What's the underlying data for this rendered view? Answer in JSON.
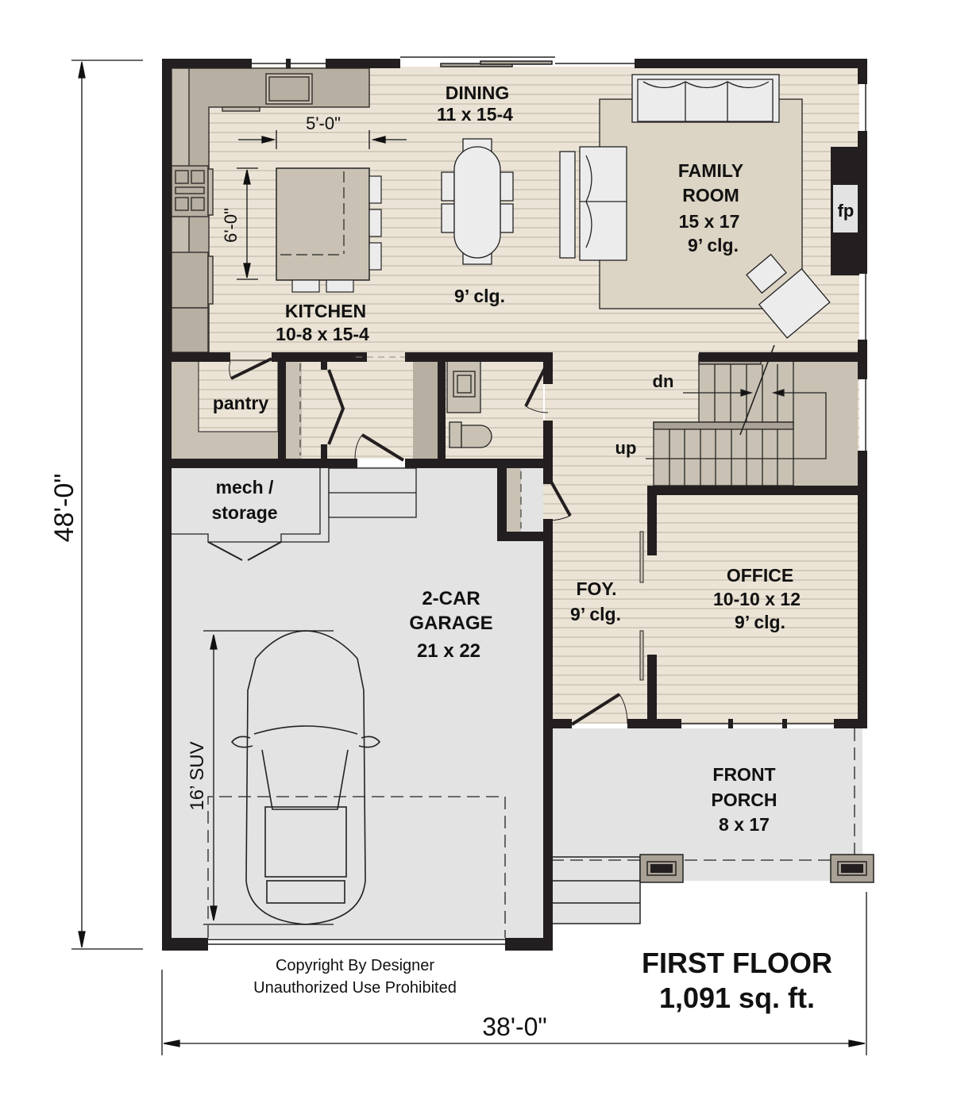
{
  "plan": {
    "title": "FIRST FLOOR",
    "area": "1,091 sq. ft.",
    "copyright_line1": "Copyright By Designer",
    "copyright_line2": "Unauthorized Use Prohibited",
    "overall_width": "38'-0\"",
    "overall_depth": "48'-0\""
  },
  "rooms": {
    "dining": {
      "name": "DINING",
      "size": "11 x 15-4"
    },
    "kitchen": {
      "name": "KITCHEN",
      "size": "10-8 x 15-4",
      "ceiling": "9’ clg."
    },
    "family": {
      "name_line1": "FAMILY",
      "name_line2": "ROOM",
      "size": "15 x 17",
      "ceiling": "9’ clg."
    },
    "pantry": {
      "name": "pantry"
    },
    "mech": {
      "name_line1": "mech /",
      "name_line2": "storage"
    },
    "garage": {
      "name_line1": "2-CAR",
      "name_line2": "GARAGE",
      "size": "21 x 22"
    },
    "foyer": {
      "name": "FOY.",
      "ceiling": "9’ clg."
    },
    "office": {
      "name": "OFFICE",
      "size": "10-10 x 12",
      "ceiling": "9’ clg."
    },
    "porch": {
      "name_line1": "FRONT",
      "name_line2": "PORCH",
      "size": "8 x 17"
    }
  },
  "annotations": {
    "island_width": "5'-0\"",
    "island_depth": "6'-0\"",
    "fireplace": "fp",
    "stairs_down": "dn",
    "stairs_up": "up",
    "suv_length": "16’ SUV"
  },
  "colors": {
    "wall": "#231f20",
    "floor_wood": "#ebe4d6",
    "floor_line": "#c9c0b0",
    "cabinet": "#b7afa1",
    "rug": "#dcd4c4",
    "garage_floor": "#e3e3e3",
    "furniture": "#ececec"
  }
}
